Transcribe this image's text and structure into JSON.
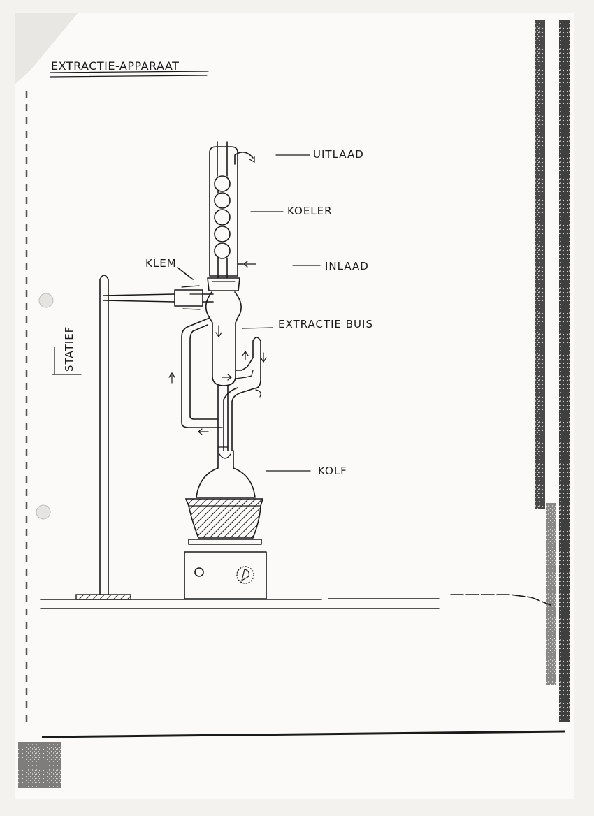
{
  "title": "EXTRACTIE-APPARAAT",
  "labels": {
    "uitlaad": "UITLAAD",
    "koeler": "KOELER",
    "inlaad": "INLAAD",
    "klem": "KLEM",
    "extractiebuis": "EXTRACTIE BUIS",
    "statief": "STATIEF",
    "kolf": "KOLF"
  },
  "colors": {
    "paper": "#f4f2ef",
    "ink": "#1a1a1a"
  }
}
